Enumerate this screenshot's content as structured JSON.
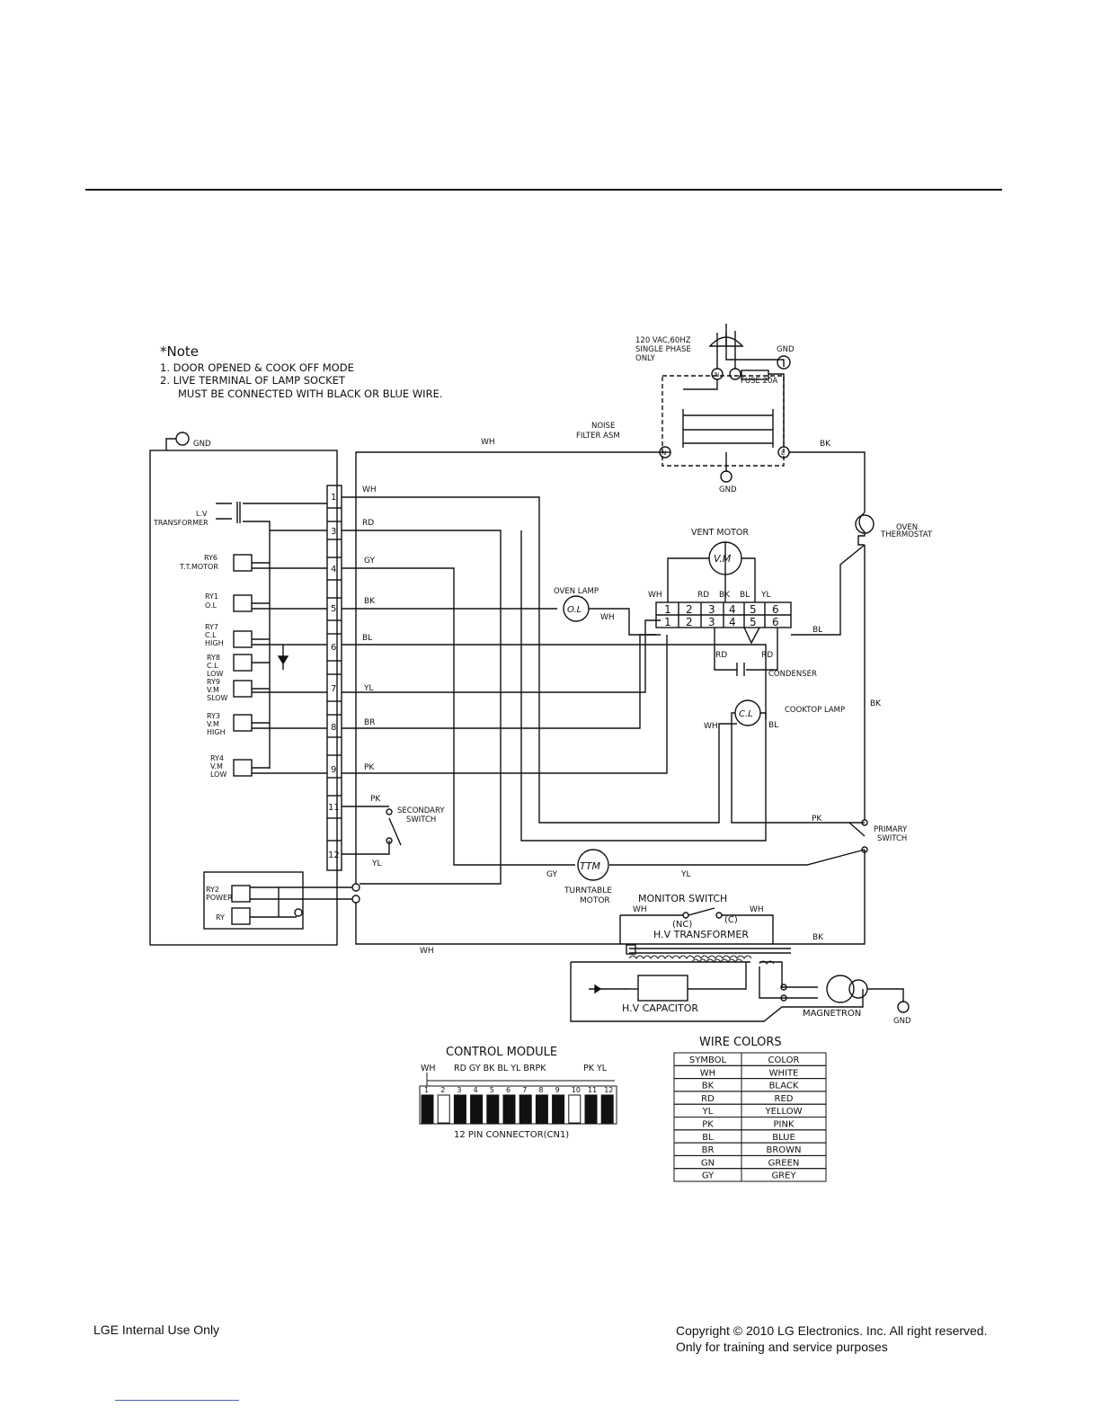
{
  "note": {
    "title": "*Note",
    "line1": "1. DOOR OPENED & COOK OFF MODE",
    "line2": "2. LIVE TERMINAL OF LAMP SOCKET",
    "line3": "MUST BE CONNECTED WITH BLACK OR BLUE WIRE."
  },
  "power": {
    "supply": [
      "120 VAC,60HZ",
      "SINGLE PHASE",
      "ONLY"
    ],
    "gnd": "GND",
    "fuse": "FUSE 20A",
    "noise_filter": [
      "NOISE",
      "FILTER ASM"
    ],
    "n": "N",
    "l": "L"
  },
  "relays": {
    "lv_transformer": [
      "L.V",
      "TRANSFORMER"
    ],
    "ry6": [
      "RY6",
      "T.T.MOTOR"
    ],
    "ry1": [
      "RY1",
      "O.L"
    ],
    "ry7": [
      "RY7",
      "C.L",
      "HIGH"
    ],
    "ry8": [
      "RY8",
      "C.L",
      "LOW"
    ],
    "ry9": [
      "RY9",
      "V.M",
      "SLOW"
    ],
    "ry3": [
      "RY3",
      "V.M",
      "HIGH"
    ],
    "ry4": [
      "RY4",
      "V.M",
      "LOW"
    ],
    "ry2": [
      "RY2",
      "POWER"
    ],
    "ry": "RY"
  },
  "connector_pins": [
    "1",
    "3",
    "4",
    "5",
    "6",
    "7",
    "8",
    "9",
    "11",
    "12"
  ],
  "wires": {
    "wh": "WH",
    "rd": "RD",
    "gy": "GY",
    "bk": "BK",
    "bl": "BL",
    "yl": "YL",
    "br": "BR",
    "pk": "PK"
  },
  "components": {
    "vent_motor": "VENT MOTOR",
    "vm": "V.M",
    "oven_lamp": "OVEN LAMP",
    "ol": "O.L",
    "oven_thermostat": [
      "OVEN",
      "THERMOSTAT"
    ],
    "condenser": "CONDENSER",
    "cooktop_lamp": "COOKTOP LAMP",
    "cl": "C.L",
    "secondary_switch": [
      "SECONDARY",
      "SWITCH"
    ],
    "primary_switch": [
      "PRIMARY",
      "SWITCH"
    ],
    "ttm": "TTM",
    "turntable_motor": [
      "TURNTABLE",
      "MOTOR"
    ],
    "monitor_switch": "MONITOR SWITCH",
    "nc": "(NC)",
    "c": "(C)",
    "hv_transformer": "H.V TRANSFORMER",
    "hv_capacitor": "H.V CAPACITOR",
    "magnetron": "MAGNETRON",
    "vm_terminal_wires": [
      "WH",
      "RD",
      "BK",
      "BL",
      "YL"
    ],
    "vm_terminals": [
      "1",
      "2",
      "3",
      "4",
      "5",
      "6"
    ]
  },
  "control_module": {
    "title": "CONTROL MODULE",
    "wire_labels": [
      "WH",
      "RD GY BK BL YL BRPK",
      "PK YL"
    ],
    "pins": [
      "1",
      "2",
      "3",
      "4",
      "5",
      "6",
      "7",
      "8",
      "9",
      "10",
      "11",
      "12"
    ],
    "connector": "12 PIN CONNECTOR(CN1)"
  },
  "wire_colors": {
    "title": "WIRE COLORS",
    "headers": [
      "SYMBOL",
      "COLOR"
    ],
    "rows": [
      [
        "WH",
        "WHITE"
      ],
      [
        "BK",
        "BLACK"
      ],
      [
        "RD",
        "RED"
      ],
      [
        "YL",
        "YELLOW"
      ],
      [
        "PK",
        "PINK"
      ],
      [
        "BL",
        "BLUE"
      ],
      [
        "BR",
        "BROWN"
      ],
      [
        "GN",
        "GREEN"
      ],
      [
        "GY",
        "GREY"
      ]
    ]
  },
  "footer": {
    "left": "LGE Internal Use Only",
    "right1": "Copyright © 2010 LG Electronics. Inc. All right reserved.",
    "right2": "Only for training and service purposes"
  }
}
